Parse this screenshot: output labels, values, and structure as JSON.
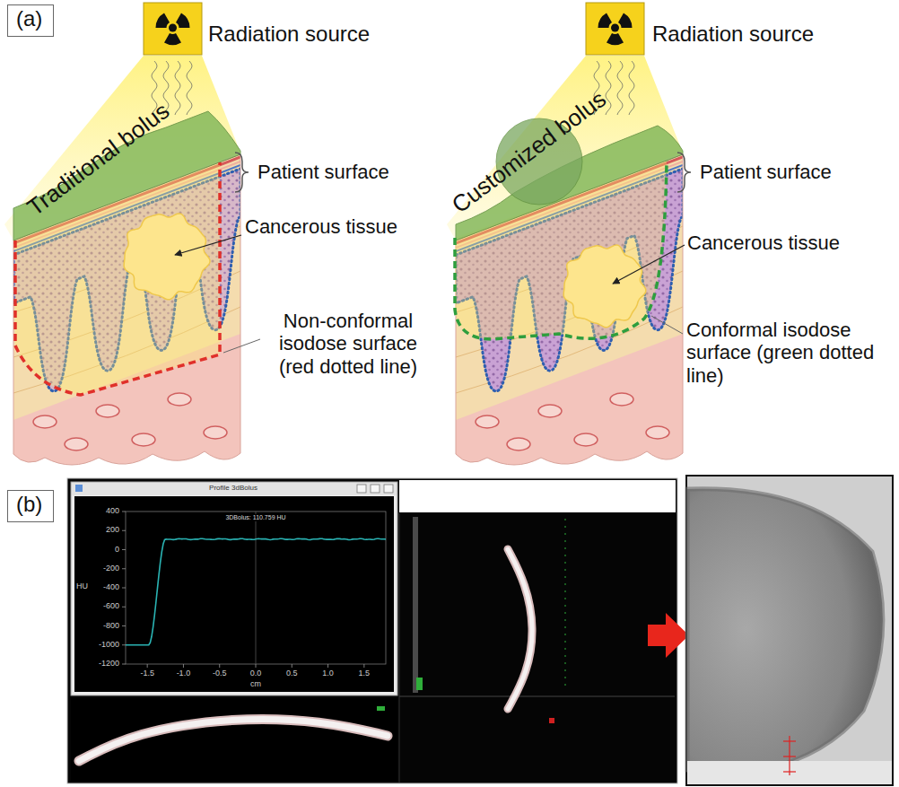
{
  "diagram": {
    "nodes": [
      {
        "text": [
          "(a)"
        ]
      },
      {
        "text": [
          "(b)"
        ]
      }
    ],
    "labels": [
      "Radiation source",
      "Traditional bolus",
      "Patient surface",
      "Cancerous tissue",
      "Non-conformal isodose surface (red dotted line)",
      "Radiation source",
      "Customized bolus",
      "Patient surface",
      "Cancerous tissue",
      "Conformal isodose surface (green dotted line)",
      "Profile 3dBolus",
      "3DBolus: 110.759 HU",
      "400",
      "200",
      "0",
      "-200",
      "-400",
      "-600",
      "-800",
      "-1000",
      "-1200",
      "HU",
      "-1.5",
      "-1.0",
      "-0.5",
      "0.0",
      "0.5",
      "1.0",
      "1.5",
      "cm"
    ]
  }
}
